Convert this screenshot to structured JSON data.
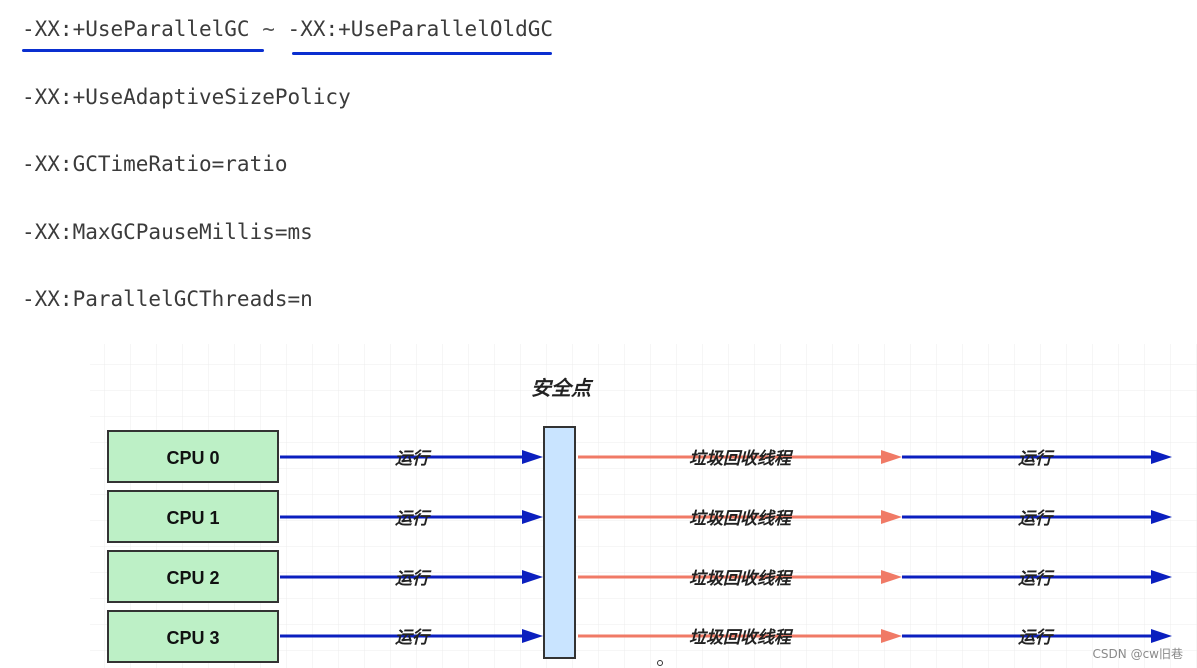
{
  "flags": {
    "line1_a": "-XX:+UseParallelGC",
    "line1_sep": "~",
    "line1_b": "-XX:+UseParallelOldGC",
    "line2": "-XX:+UseAdaptiveSizePolicy",
    "line3": "-XX:GCTimeRatio=ratio",
    "line4": "-XX:MaxGCPauseMillis=ms",
    "line5": "-XX:ParallelGCThreads=n"
  },
  "diagram": {
    "safepoint_label": "安全点",
    "cpus": [
      "CPU 0",
      "CPU 1",
      "CPU 2",
      "CPU 3"
    ],
    "run_label": "运行",
    "gc_label": "垃圾回收线程",
    "colors": {
      "cpu_fill": "#bdf0c6",
      "cpu_border": "#333333",
      "safepoint_fill": "#c9e4ff",
      "run_arrow": "#0b1fbf",
      "gc_arrow": "#f07a66",
      "grid": "#ececec"
    }
  },
  "watermark": "CSDN @cw旧巷"
}
